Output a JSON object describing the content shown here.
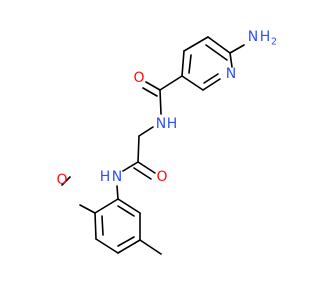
{
  "molecule": {
    "atoms": {
      "nh2_n": "N",
      "nh2_h": "H",
      "nh2_sub": "2",
      "pyridine_n": "N",
      "carbonyl_o_top": "O",
      "amide_nh_top_n": "N",
      "amide_nh_top_h": "H",
      "carbonyl_o_mid": "O",
      "amide_nh_left_h": "H",
      "amide_nh_left_n": "N",
      "methoxy_o": "O"
    },
    "colors": {
      "nitrogen": "#3050f8",
      "oxygen": "#ff0d0d",
      "bond": "#000000"
    }
  }
}
